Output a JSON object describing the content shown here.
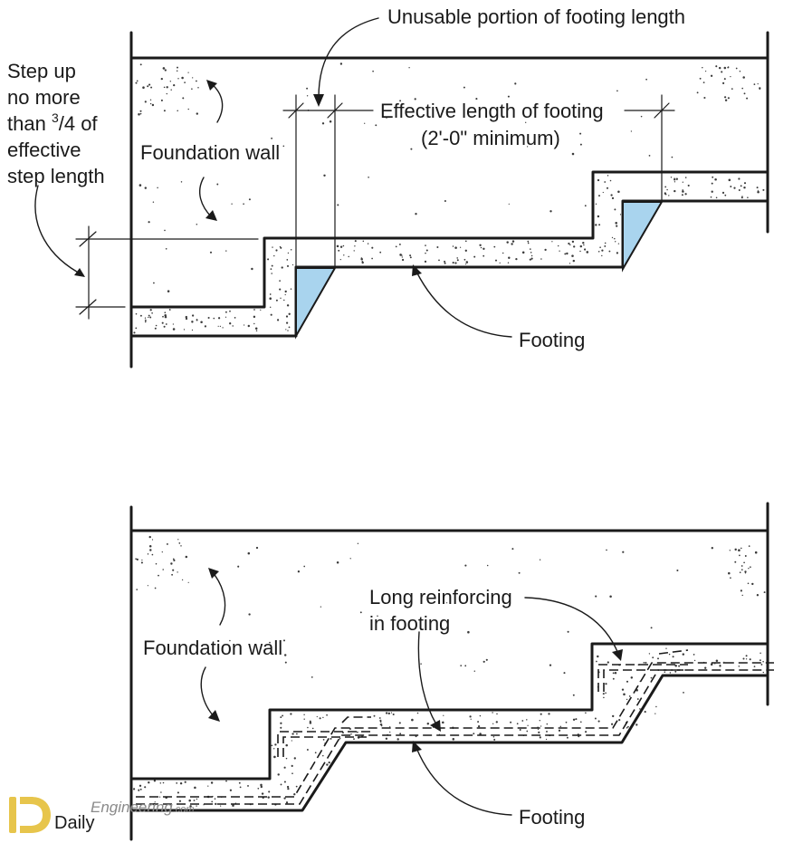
{
  "top": {
    "unusable_label": "Unusable portion of footing length",
    "effective_label_1": "Effective length of footing",
    "effective_label_2": "(2'-0\" minimum)",
    "stepup_line1": "Step up",
    "stepup_line2": "no more",
    "stepup_line3_pre": "than ",
    "stepup_line3_sup": "3",
    "stepup_line3_frac": "/4 of",
    "stepup_line4": "effective",
    "stepup_line5": "step length",
    "wall_label": "Foundation wall",
    "footing_label": "Footing"
  },
  "bottom": {
    "wall_label": "Foundation wall",
    "reinforcing_line1": "Long reinforcing",
    "reinforcing_line2": "in footing",
    "footing_label": "Footing"
  },
  "watermark": {
    "logo_letter": "D",
    "brand": "Engineering",
    "brand_suffix": ".com",
    "tagline": "Daily"
  },
  "colors": {
    "ink": "#1a1a1a",
    "wedge": "#a9d4ee",
    "logo": "#e7c54c"
  }
}
